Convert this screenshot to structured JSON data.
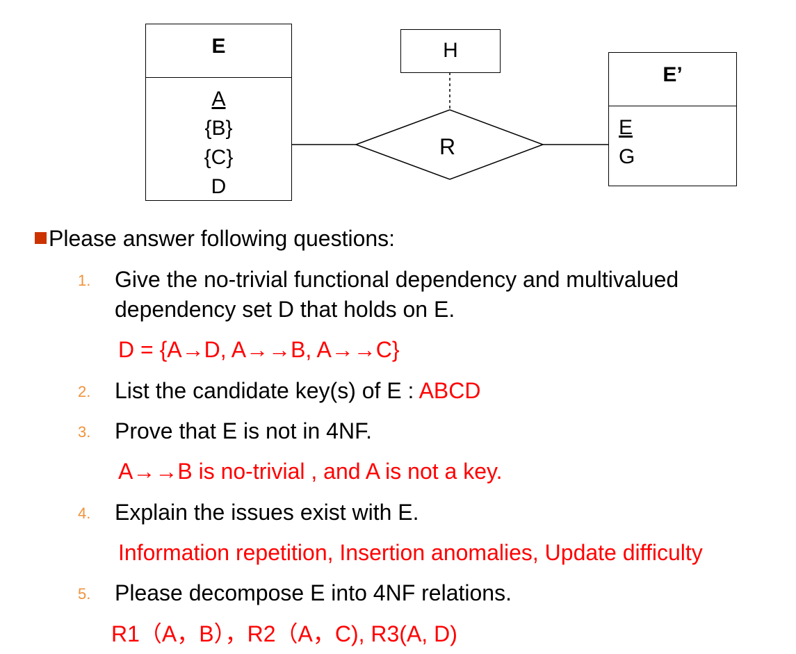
{
  "diagram": {
    "entity_e": {
      "name": "E",
      "attributes": [
        "A",
        "{B}",
        "{C}",
        "D"
      ],
      "key": "A"
    },
    "relationship": {
      "name": "R"
    },
    "relationship_attr": {
      "name": "H"
    },
    "entity_e2": {
      "name": "E’",
      "attributes": [
        "E",
        "G"
      ],
      "key": "E"
    }
  },
  "content": {
    "intro": "Please answer following questions:",
    "bullet_color": "#cc3300",
    "questions": [
      {
        "num": "1.",
        "lines": [
          "Give the no-trivial functional dependency and  multivalued",
          "dependency set D that holds on E."
        ],
        "answer": "D = {A→D, A→→B, A→→C}"
      },
      {
        "num": "2.",
        "text": "List the candidate key(s) of E  :",
        "answer": "ABCD"
      },
      {
        "num": "3.",
        "text": "Prove that  E is not in 4NF.",
        "answer": "A→→B is no-trivial , and A is not a key."
      },
      {
        "num": "4.",
        "text": "Explain the issues exist with E.",
        "answer": "Information repetition, Insertion anomalies, Update difficulty"
      },
      {
        "num": "5.",
        "text": "Please decompose  E into 4NF relations.",
        "answer": "R1（A，B），R2（A，C), R3(A, D)"
      }
    ]
  }
}
